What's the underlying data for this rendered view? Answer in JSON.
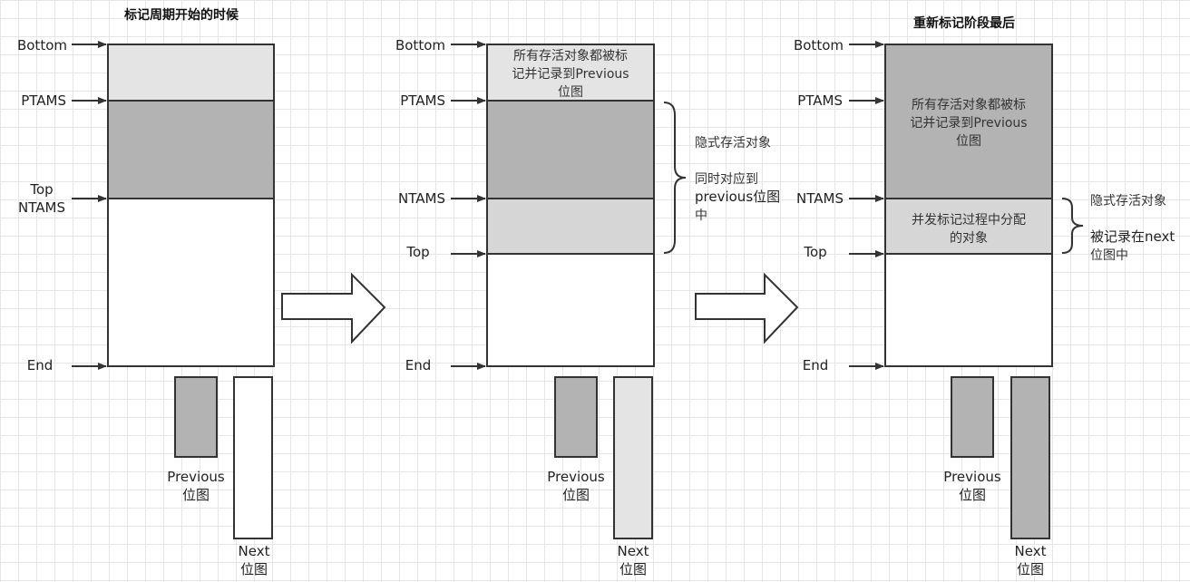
{
  "colors": {
    "light": "#e4e4e4",
    "medium": "#b3b3b3",
    "pale": "#d6d6d6",
    "white": "#ffffff",
    "stroke": "#333333"
  },
  "panel1": {
    "title": "标记周期开始的时候",
    "labels": {
      "bottom": "Bottom",
      "ptams": "PTAMS",
      "top": "Top",
      "ntams": "NTAMS",
      "end": "End"
    },
    "previous": {
      "line1": "Previous",
      "line2": "位图"
    },
    "next": {
      "line1": "Next",
      "line2": "位图"
    }
  },
  "panel2": {
    "labels": {
      "bottom": "Bottom",
      "ptams": "PTAMS",
      "ntams": "NTAMS",
      "top": "Top",
      "end": "End"
    },
    "block_text": [
      "所有存活对象都被标",
      "记并记录到Previous",
      "位图"
    ],
    "brace_text": {
      "line1": "隐式存活对象",
      "line2": "同时对应到",
      "line3": "previous位图",
      "line4": "中"
    },
    "previous": {
      "line1": "Previous",
      "line2": "位图"
    },
    "next": {
      "line1": "Next",
      "line2": "位图"
    }
  },
  "panel3": {
    "title": "重新标记阶段最后",
    "labels": {
      "bottom": "Bottom",
      "ptams": "PTAMS",
      "ntams": "NTAMS",
      "top": "Top",
      "end": "End"
    },
    "block_text": [
      "所有存活对象都被标",
      "记并记录到Previous",
      "位图"
    ],
    "alloc_text": [
      "并发标记过程中分配",
      "的对象"
    ],
    "brace_text": {
      "line1": "隐式存活对象",
      "line2": "被记录在next",
      "line3": "位图中"
    },
    "previous": {
      "line1": "Previous",
      "line2": "位图"
    },
    "next": {
      "line1": "Next",
      "line2": "位图"
    }
  }
}
